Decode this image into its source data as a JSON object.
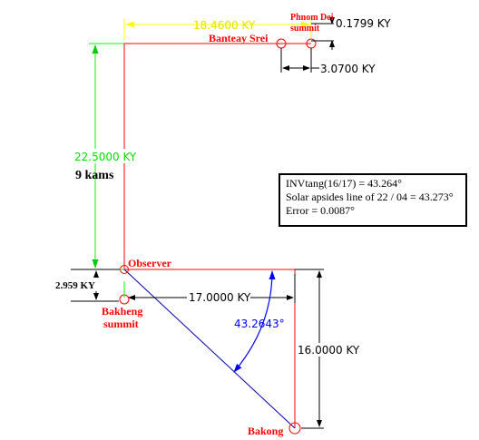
{
  "colors": {
    "red": "#ff0000",
    "yellow": "#ffff00",
    "green": "#00ff00",
    "blue": "#0000ff",
    "black": "#000000"
  },
  "labels": {
    "phnom_dei": [
      "Phnom Dei",
      "summit"
    ],
    "banteay_srei": "Banteay Srei",
    "observer": "Observer",
    "bakheng": [
      "Bakheng",
      "summit"
    ],
    "bakong": "Bakong",
    "kams": "9 kams"
  },
  "dimensions": {
    "yellow_horizontal": "18.4600 KY",
    "top_right_small": "0.1799 KY",
    "right_short": "3.0700 KY",
    "green_vertical": "22.5000  KY",
    "bakheng_offset": "2.959 KY",
    "horizontal_lower": "17.0000 KY",
    "angle": "43.2643°",
    "vertical_right": "16.0000 KY"
  },
  "infobox": {
    "line1": "INVtang(16/17) = 43.264°",
    "line2": "Solar apsides line of 22 / 04 = 43.273°",
    "line3": "Error = 0.0087°"
  }
}
